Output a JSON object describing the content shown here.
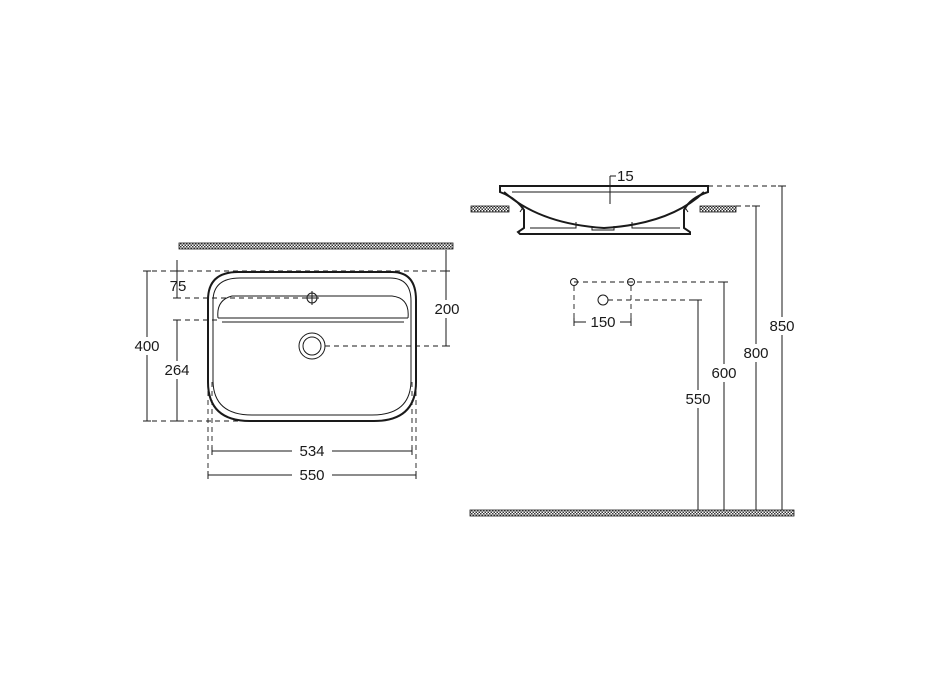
{
  "plan_view": {
    "dim_400": "400",
    "dim_75": "75",
    "dim_264": "264",
    "dim_200": "200",
    "dim_534": "534",
    "dim_550": "550"
  },
  "elevation_view": {
    "dim_15": "15",
    "dim_150": "150",
    "dim_550": "550",
    "dim_600": "600",
    "dim_800": "800",
    "dim_850": "850"
  }
}
